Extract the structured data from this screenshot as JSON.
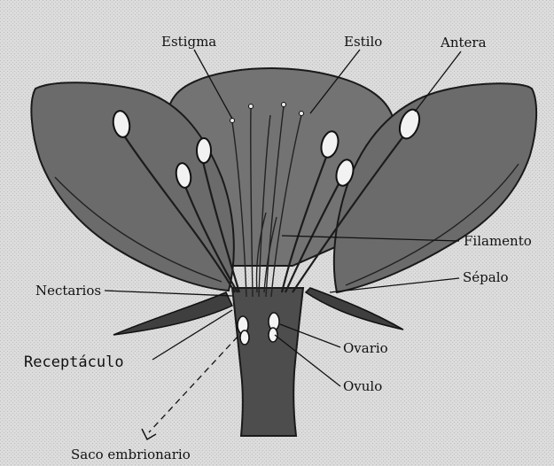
{
  "diagram": {
    "labels": {
      "estigma": "Estigma",
      "estilo": "Estilo",
      "antera": "Antera",
      "filamento": "Filamento",
      "sepalo": "Sépalo",
      "nectarios": "Nectarios",
      "receptaculo": "Receptáculo",
      "ovario": "Ovario",
      "ovulo": "Ovulo",
      "saco_embrionario": "Saco embrionario"
    },
    "colors": {
      "background": "#d9d9d9",
      "petal": "#6b6b6b",
      "outline": "#1a1a1a",
      "anther": "#f2f2f2"
    }
  }
}
